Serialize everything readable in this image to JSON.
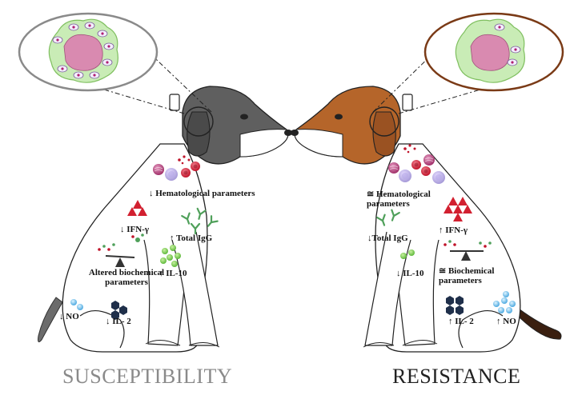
{
  "diagram": {
    "left": {
      "title": "SUSCEPTIBILITY",
      "hematological": "↓ Hematological parameters",
      "ifn": "↓ IFN-γ",
      "igg": "↑ Total IgG",
      "biochemical": "Altered biochemical parameters",
      "il10": "↑ IL-10",
      "no": "↓ NO",
      "il2": "↓ IL- 2"
    },
    "right": {
      "title": "RESISTANCE",
      "hematological": "≅ Hematological parameters",
      "ifn": "↑ IFN-γ",
      "igg": "↓Total IgG",
      "biochemical": "≅ Biochemical parameters",
      "il10": "↓ IL-10",
      "no": "↑ NO",
      "il2": "↑ IL- 2"
    },
    "colors": {
      "susceptible_dog_head": "#5f5f5f",
      "resistant_dog_head": "#b5652a",
      "susceptible_ellipse": "#8a8a8a",
      "resistant_ellipse": "#7a3a16",
      "title_susceptibility": "#8a8a8a",
      "title_resistance": "#222222"
    }
  }
}
